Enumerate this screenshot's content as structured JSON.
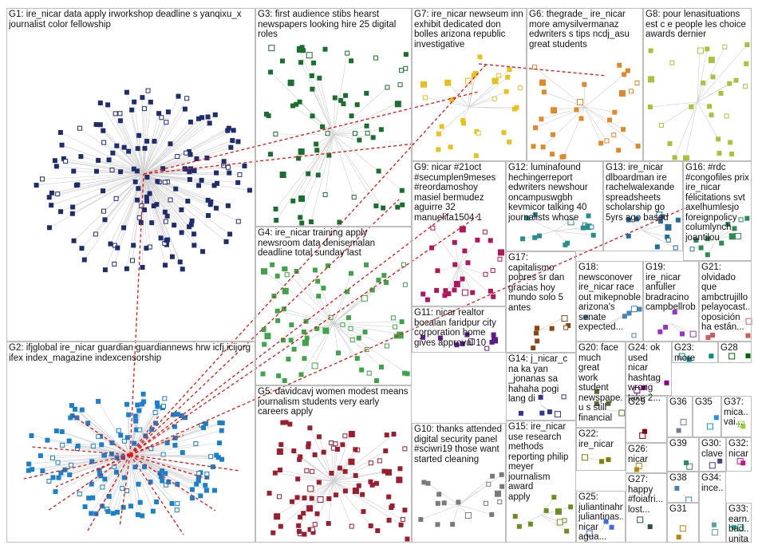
{
  "groups": [
    {
      "id": "G1",
      "label": "G1: ire_nicar data apply irworkshop deadline s yanqixu_x\njournalist color fellowship",
      "color": "#1f2d6e"
    },
    {
      "id": "G2",
      "label": "G2: ifjglobal ire_nicar guardian guardiannews hrw icfj icijorg\nifex index_magazine indexcensorship",
      "color": "#1c7fc9"
    },
    {
      "id": "G3",
      "label": "G3: first audience stibs hearst\nnewspapers looking hire 25 digital\nroles",
      "color": "#1b6e2d"
    },
    {
      "id": "G4",
      "label": "G4: ire_nicar training apply\nnewsroom data denisemalan\ndeadline total sunday last",
      "color": "#3fa34a"
    },
    {
      "id": "G5",
      "label": "G5: davidcavj women modest means\njournalism students very early\ncareers apply",
      "color": "#9c1e2e"
    },
    {
      "id": "G6",
      "label": "G6: thegrade_ ire_nicar\nmore amysilvermanaz\nedwriters s tips ncdj_asu\ngreat students",
      "color": "#e0892a"
    },
    {
      "id": "G7",
      "label": "G7: ire_nicar newseum inn\nexhibit dedicated don\nbolles arizona republic\ninvestigative",
      "color": "#e8c21c"
    },
    {
      "id": "G8",
      "label": "G8: pour lenasituations\nest c e people les choice\nawards dernier",
      "color": "#a6c43a"
    },
    {
      "id": "G9",
      "label": "G9: nicar #21oct\n#secumplen9meses\n#reordamoshoy\nmasiel bermudez\naguirre 32\nmanuelita1504 1",
      "color": "#b0175b"
    },
    {
      "id": "G10",
      "label": "G10: thanks attended\ndigital security panel\n#sciwri19 those want\nstarted cleaning",
      "color": "#7a7a7a"
    },
    {
      "id": "G11",
      "label": "G11: nicar realtor\nbocalan faridpur city\ncorporation home\ngives approval 10",
      "color": "#5b1b8c"
    },
    {
      "id": "G12",
      "label": "G12: luminafound\nhechingerreport\nedwriters newshour\noncampuswgbh\nkevmicor talking 40\njournalists whose",
      "color": "#2a8c8c"
    },
    {
      "id": "G13",
      "label": "G13: ire_nicar\ndlboardman ire\nrachelwalexande\nspreadsheets\nscholarship go\n5yrs ago based",
      "color": "#226b9e"
    },
    {
      "id": "G14",
      "label": "G14: j_nicar_c\nna ka yan\n_jonanas sa\nhahaha pogi\nlang di",
      "color": "#333399"
    },
    {
      "id": "G15",
      "label": "G15: ire_nicar\nuse research\nmethods\nreporting philip\nmeyer\njournalism award\napply",
      "color": "#6b8e23"
    },
    {
      "id": "G16",
      "label": "G16: #rdc\n#congofiles prix\nire_nicar\nfélicitations svt\naxelhumlesjo\nforeignpolicy\ncolumlynch\njoantilou",
      "color": "#2e8b57"
    },
    {
      "id": "G17",
      "label": "G17: capitalismo\npobres sr dan\ngracias hoy\nmundo solo 5\nantes",
      "color": "#8b4513"
    },
    {
      "id": "G18",
      "label": "G18:\nnewsconover\nire_nicar race\nout mikepnoble\narizona's\nsenate\nexpected...",
      "color": "#4682b4"
    },
    {
      "id": "G19",
      "label": "G19:\nire_nicar\nanfuller\nbradracino\ncampbellrob...",
      "color": "#9932cc"
    },
    {
      "id": "G20",
      "label": "G20: face\nmuch great\nwork\nstudent\nnewspape...\nu s still\nfinancial",
      "color": "#556b2f"
    },
    {
      "id": "G21",
      "label": "G21:\nolvidado\nque\nambctrujillo\npelayocast...\noposición\nha están...",
      "color": "#cd5c5c"
    },
    {
      "id": "G22",
      "label": "G22:\nire_nicar",
      "color": "#808000"
    },
    {
      "id": "G23",
      "label": "G23: more",
      "color": "#008b8b"
    },
    {
      "id": "G24",
      "label": "G24: ok\nused nicar\nhashtag\nwrong\ntake 2...",
      "color": "#8b008b"
    },
    {
      "id": "G25",
      "label": "G25:\njuliantinahn\njuliantinas...\nnicar agua...",
      "color": "#4169e1"
    },
    {
      "id": "G26",
      "label": "G26:\nnicar",
      "color": "#b8860b"
    },
    {
      "id": "G27",
      "label": "G27:\nhappy\n#foiafri...\nlost...",
      "color": "#2f4f4f"
    },
    {
      "id": "G28",
      "label": "G28",
      "color": "#006400"
    },
    {
      "id": "G29",
      "label": "G29",
      "color": "#8b0000"
    },
    {
      "id": "G30",
      "label": "G30:\nclave",
      "color": "#483d8b"
    },
    {
      "id": "G31",
      "label": "G31",
      "color": "#b8860b"
    },
    {
      "id": "G32",
      "label": "G32:\nnicar",
      "color": "#c71585"
    },
    {
      "id": "G33",
      "label": "G33:\nearn...\nbad...\nunita...",
      "color": "#20b2aa"
    },
    {
      "id": "G34",
      "label": "G34:\nince...",
      "color": "#5f9ea0"
    },
    {
      "id": "G35",
      "label": "G35",
      "color": "#1e90ff"
    },
    {
      "id": "G36",
      "label": "G36",
      "color": "#708090"
    },
    {
      "id": "G37",
      "label": "G37:\nmica...\nvai...",
      "color": "#9acd32"
    },
    {
      "id": "G38",
      "label": "G38",
      "color": "#4682b4"
    },
    {
      "id": "G39",
      "label": "G39",
      "color": "#2e8b57"
    }
  ],
  "colors": {
    "edge": "#cfcfcf",
    "cross_edge": "#e01515",
    "box_border": "#bdbdbd"
  }
}
